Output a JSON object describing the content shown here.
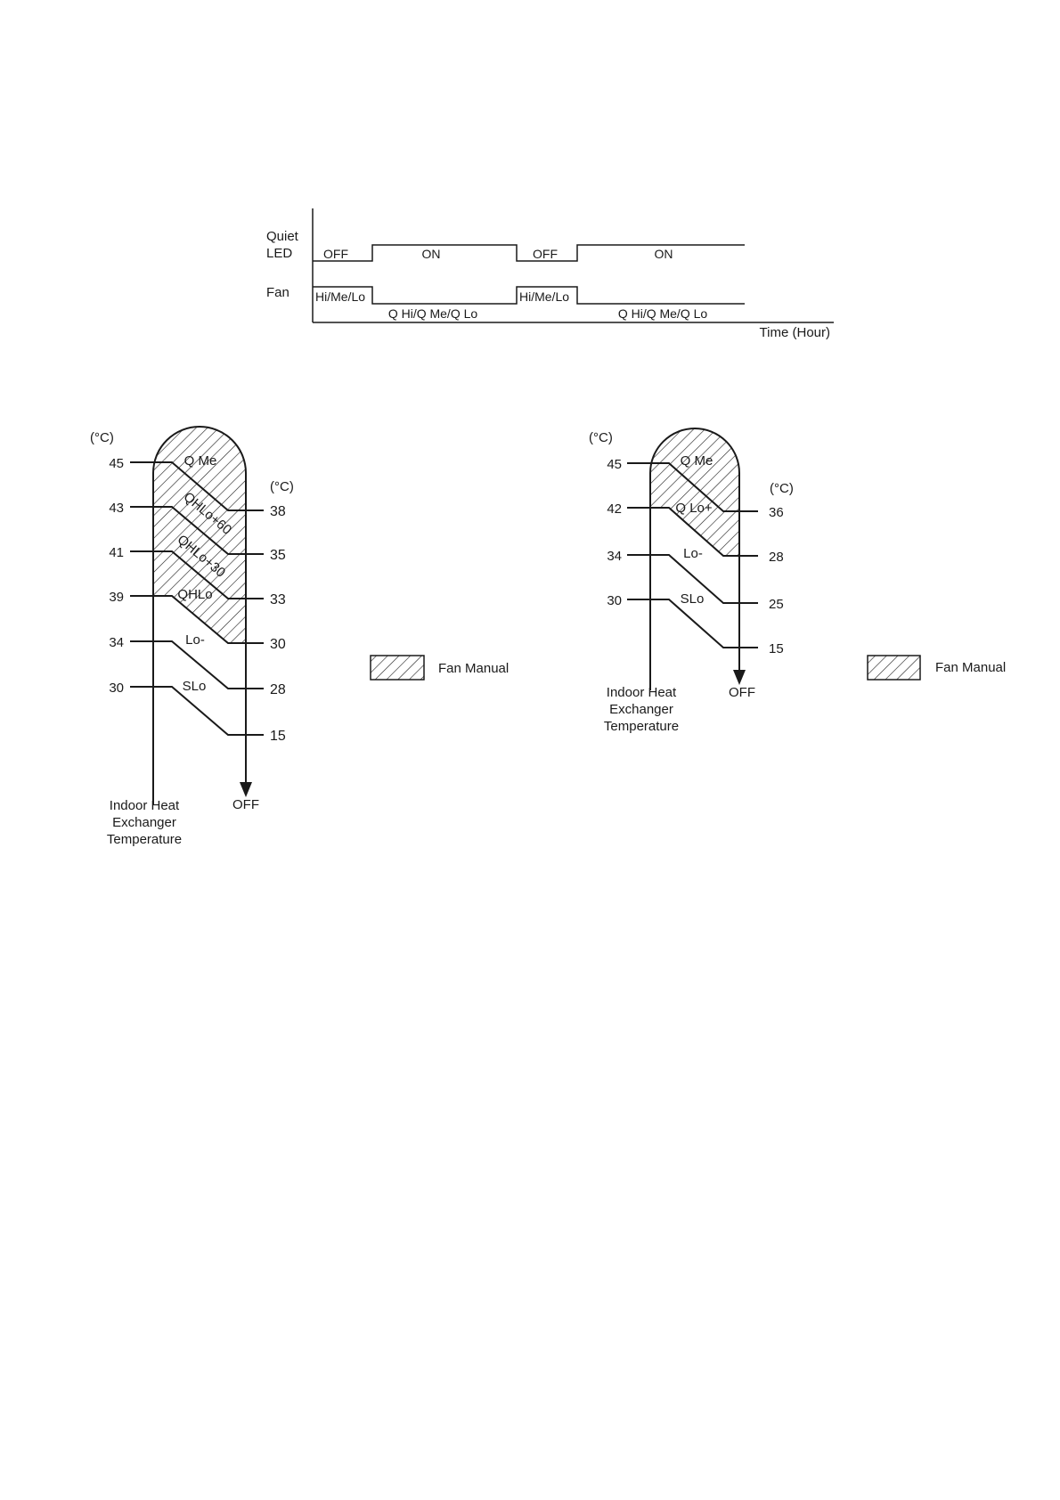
{
  "timing_diagram": {
    "signal_quiet_led_line1": "Quiet",
    "signal_quiet_led_line2": "LED",
    "signal_fan": "Fan",
    "led_states": [
      "OFF",
      "ON",
      "OFF",
      "ON"
    ],
    "fan_states": [
      "Hi/Me/Lo",
      "Q Hi/Q Me/Q Lo",
      "Hi/Me/Lo",
      "Q Hi/Q Me/Q Lo"
    ],
    "time_axis_label": "Time (Hour)"
  },
  "chart_left": {
    "unit_left": "(°C)",
    "unit_right": "(°C)",
    "left_values": [
      "45",
      "43",
      "41",
      "39",
      "34",
      "30"
    ],
    "right_values": [
      "38",
      "35",
      "33",
      "30",
      "28",
      "15"
    ],
    "modes": [
      "Q Me",
      "QHLo+60",
      "QHLo+30",
      "QHLo",
      "Lo-",
      "SLo"
    ],
    "axis_label_line1": "Indoor Heat",
    "axis_label_line2": "Exchanger",
    "axis_label_line3": "Temperature",
    "off_label": "OFF",
    "legend_label": "Fan Manual"
  },
  "chart_right": {
    "unit_left": "(°C)",
    "unit_right": "(°C)",
    "left_values": [
      "45",
      "42",
      "34",
      "30"
    ],
    "right_values": [
      "36",
      "28",
      "25",
      "15"
    ],
    "modes": [
      "Q Me",
      "Q Lo+",
      "Lo-",
      "SLo"
    ],
    "axis_label_line1": "Indoor Heat",
    "axis_label_line2": "Exchanger",
    "axis_label_line3": "Temperature",
    "off_label": "OFF",
    "legend_label": "Fan Manual"
  }
}
